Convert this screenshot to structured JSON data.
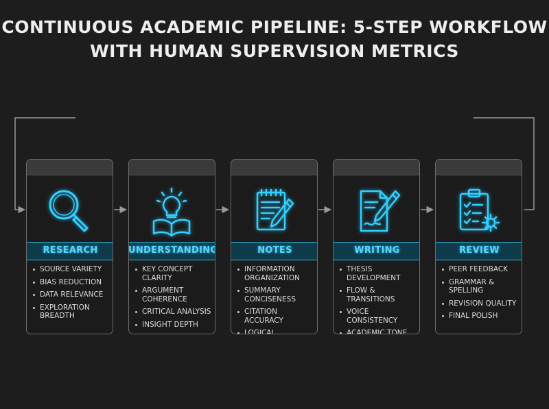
{
  "title": {
    "line1": "CONTINUOUS ACADEMIC PIPELINE: 5-STEP WORKFLOW",
    "line2": "WITH HUMAN SUPERVISION METRICS"
  },
  "colors": {
    "accent": "#27c6ee",
    "label_bg": "#0f3a4a",
    "background": "#1d1d1d",
    "connector": "#9a9a9a"
  },
  "steps": [
    {
      "label": "RESEARCH",
      "icon": "magnifying-glass-icon",
      "metrics": [
        "SOURCE VARIETY",
        "BIAS REDUCTION",
        "DATA RELEVANCE",
        "EXPLORATION BREADTH"
      ]
    },
    {
      "label": "UNDERSTANDING",
      "icon": "lightbulb-book-icon",
      "metrics": [
        "KEY CONCEPT CLARITY",
        "ARGUMENT COHERENCE",
        "CRITICAL ANALYSIS",
        "INSIGHT DEPTH"
      ]
    },
    {
      "label": "NOTES",
      "icon": "notepad-pencil-icon",
      "metrics": [
        "INFORMATION ORGANIZATION",
        "SUMMARY CONCISENESS",
        "CITATION ACCURACY",
        "LOGICAL STRUCTURE"
      ]
    },
    {
      "label": "WRITING",
      "icon": "document-pen-icon",
      "metrics": [
        "THESIS DEVELOPMENT",
        "FLOW & TRANSITIONS",
        "VOICE CONSISTENCY",
        "ACADEMIC TONE"
      ]
    },
    {
      "label": "REVIEW",
      "icon": "clipboard-checklist-gear-icon",
      "metrics": [
        "PEER FEEDBACK",
        "GRAMMAR & SPELLING",
        "REVISION QUALITY",
        "FINAL POLISH"
      ]
    }
  ]
}
